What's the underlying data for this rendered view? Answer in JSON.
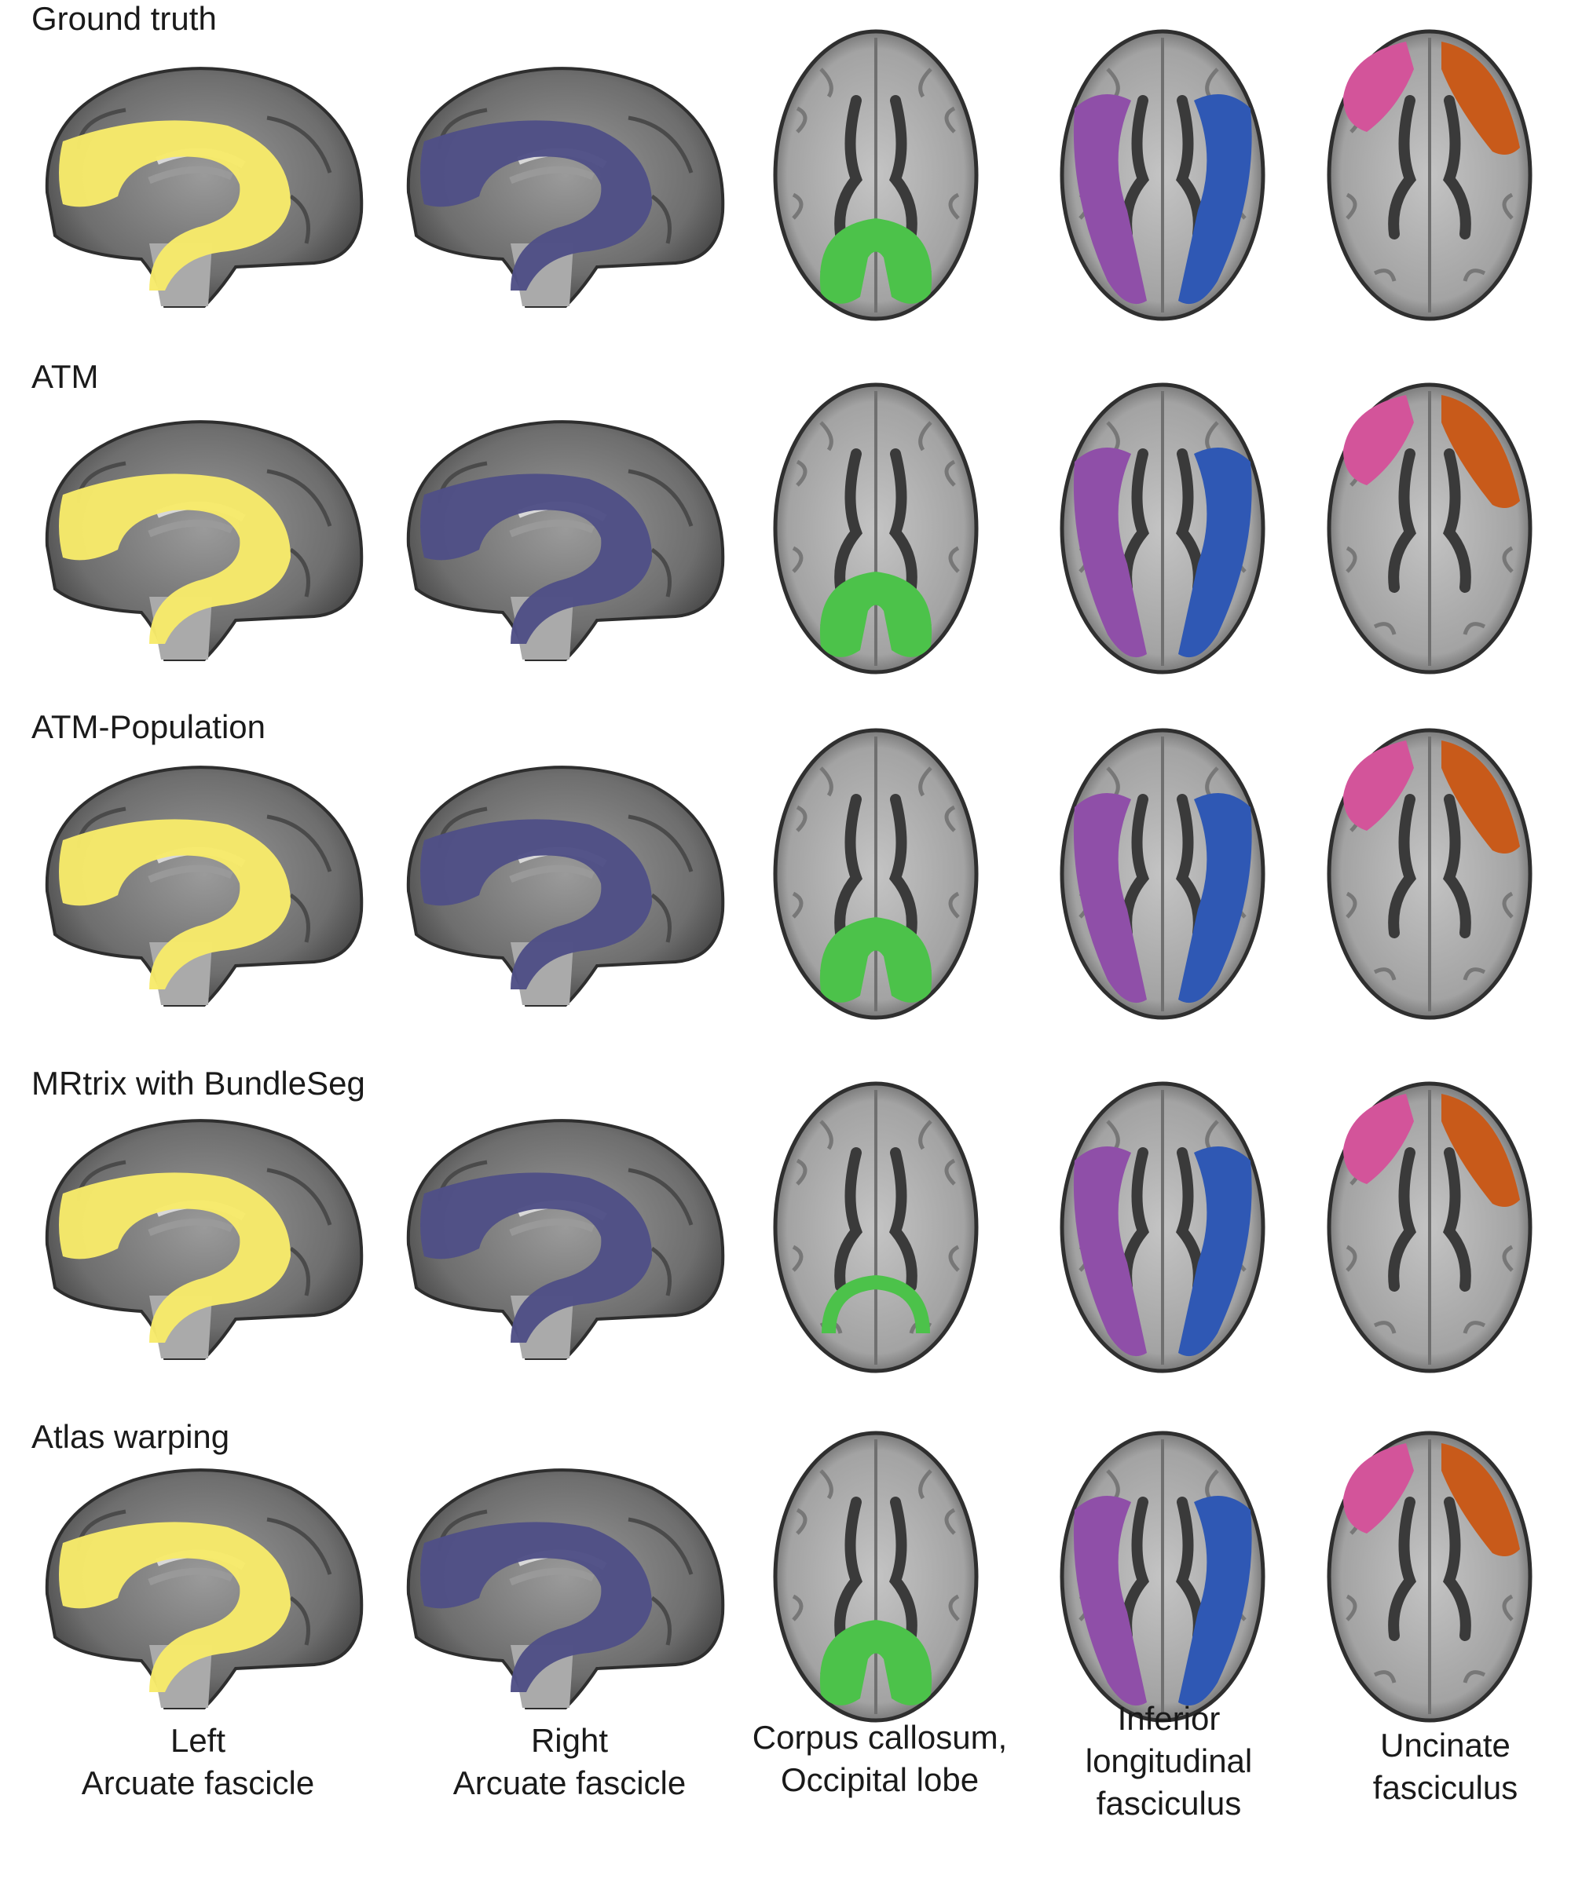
{
  "rows": [
    {
      "label": "Ground truth"
    },
    {
      "label": "ATM"
    },
    {
      "label": "ATM-Population"
    },
    {
      "label": "MRtrix with BundleSeg"
    },
    {
      "label": "Atlas warping"
    }
  ],
  "columns": [
    {
      "line1": "Left",
      "line2": "Arcuate fascicle",
      "line3": ""
    },
    {
      "line1": "Right",
      "line2": "Arcuate fascicle",
      "line3": ""
    },
    {
      "line1": "Corpus callosum,",
      "line2": "Occipital lobe",
      "line3": ""
    },
    {
      "line1": "Inferior",
      "line2": "longitudinal",
      "line3": "fasciculus"
    },
    {
      "line1": "Uncinate",
      "line2": "fasciculus",
      "line3": ""
    }
  ],
  "colors": {
    "left_arcuate": "#f7ea6a",
    "right_arcuate": "#4f4f86",
    "corpus_callosum": "#4cc24a",
    "ilf_left": "#8f4fa8",
    "ilf_right": "#2f58b4",
    "uncinate_left": "#d3549a",
    "uncinate_right": "#c85a1a",
    "brain_gray": "#8a8a8a"
  }
}
